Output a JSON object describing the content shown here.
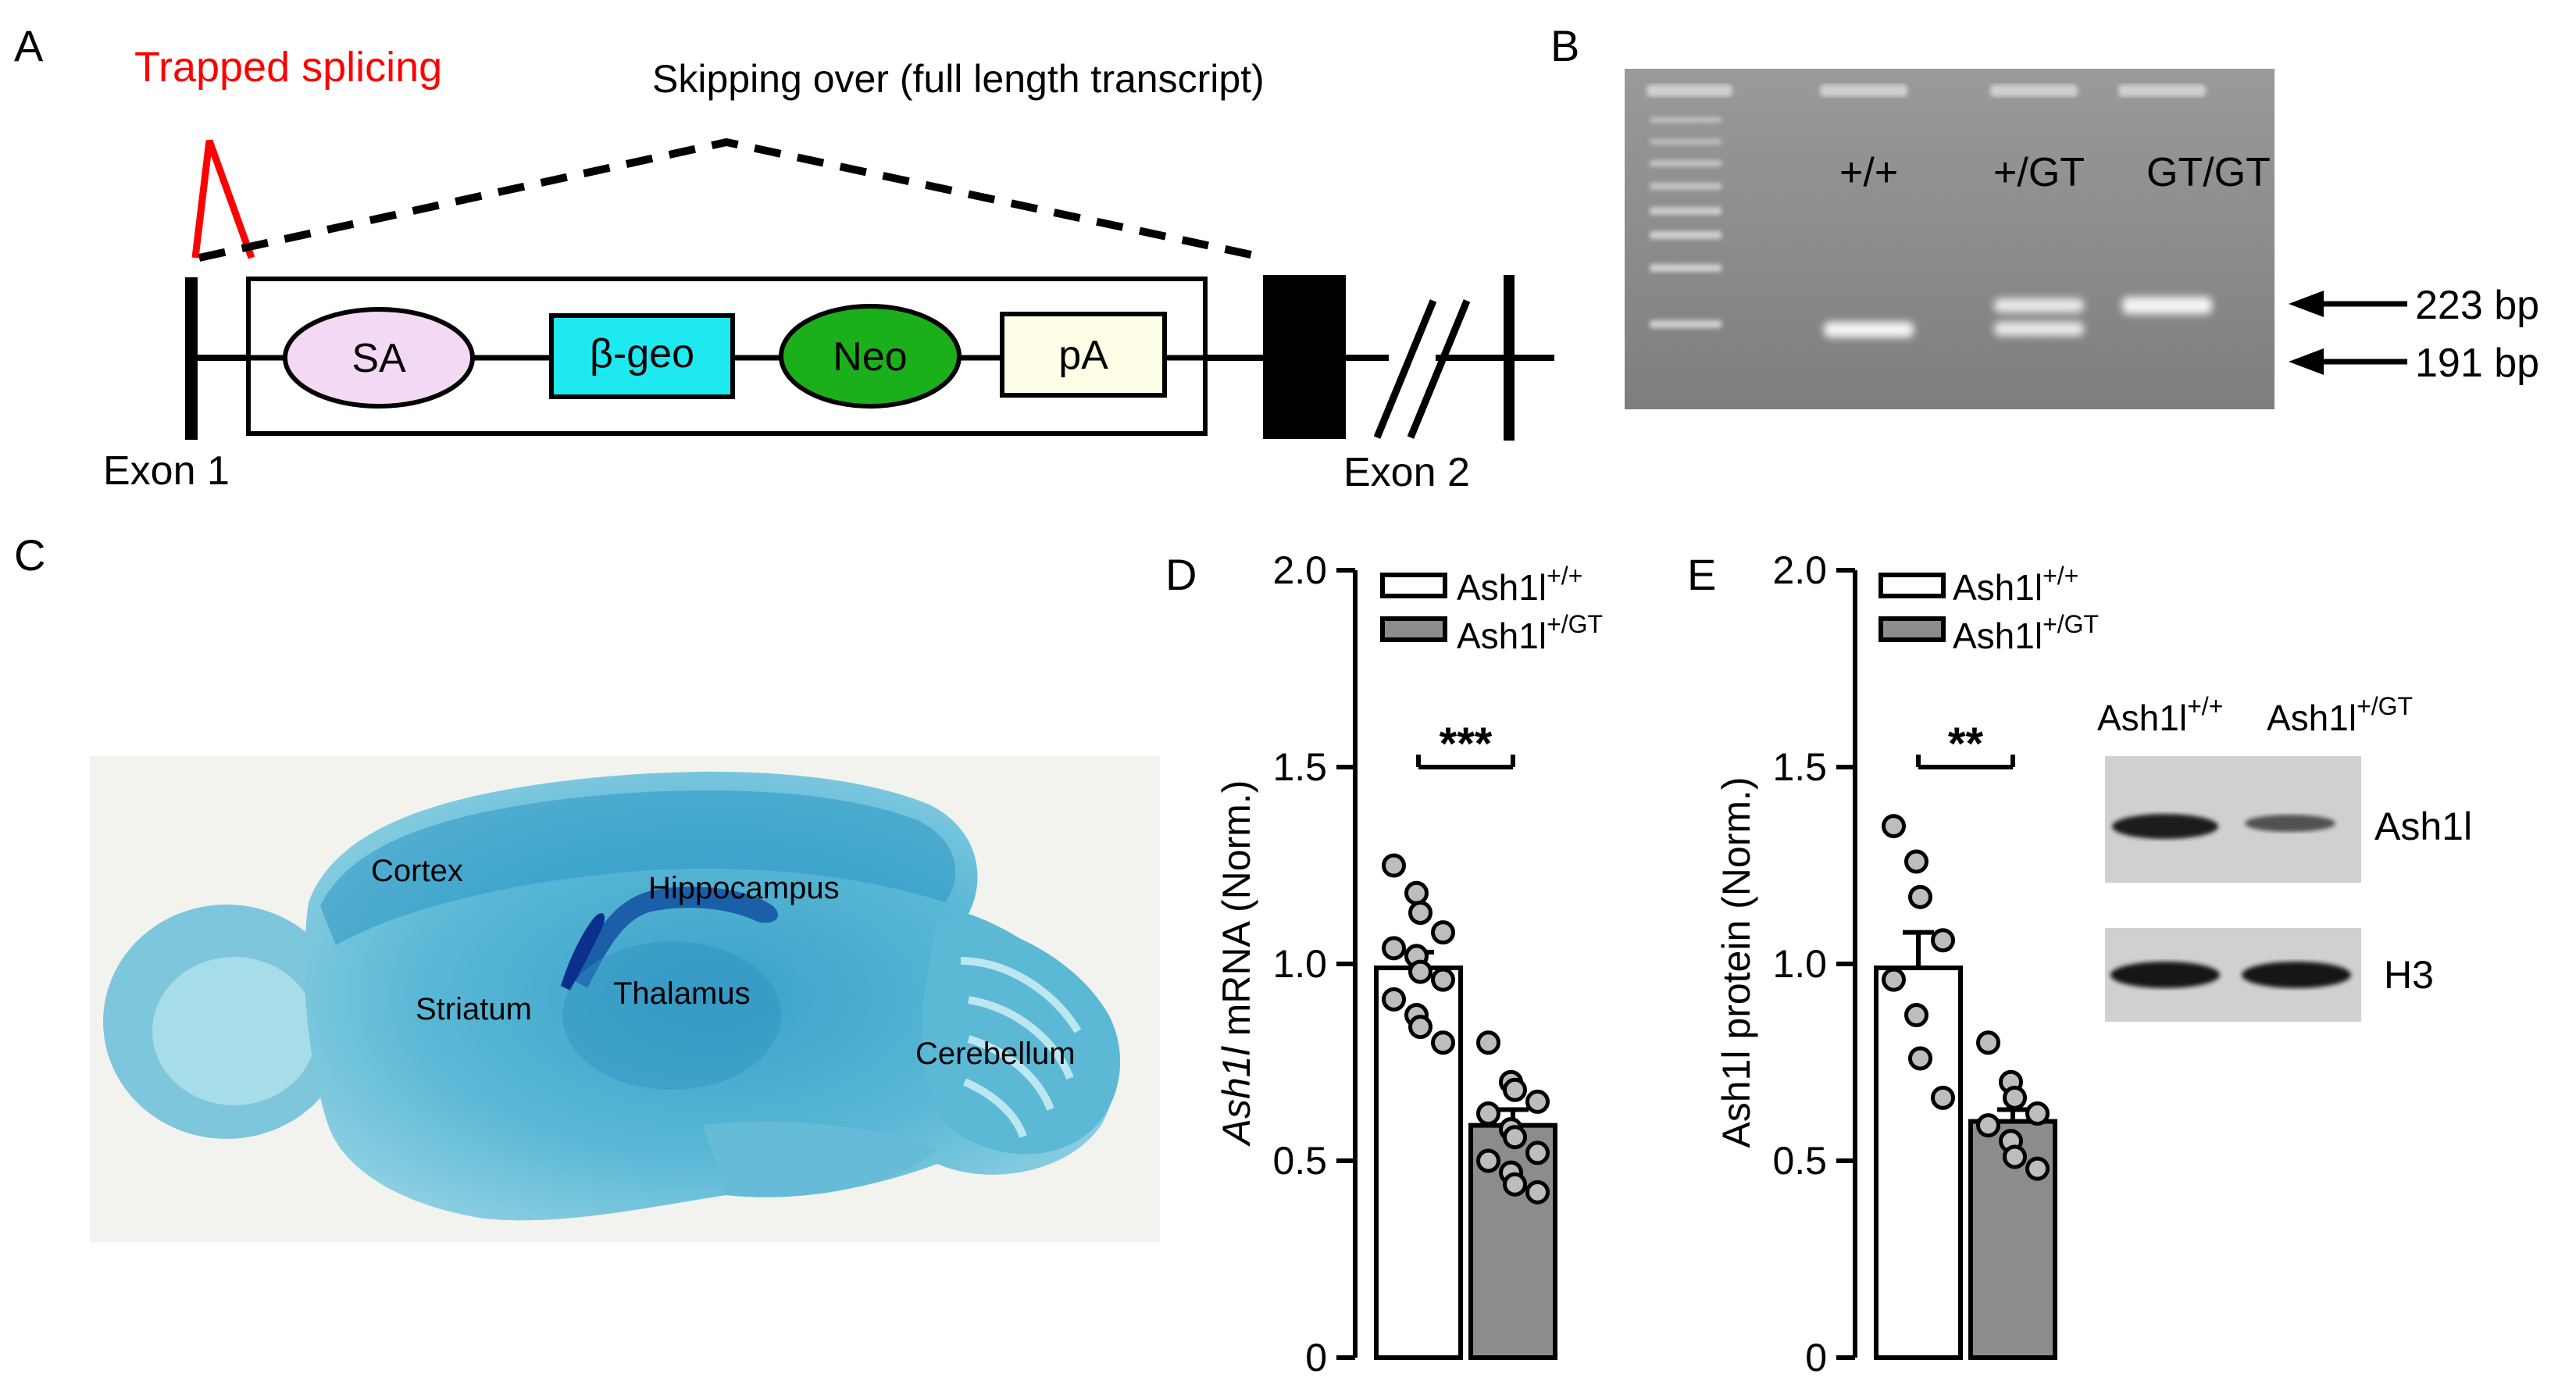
{
  "panels": {
    "A": {
      "letter": "A",
      "trapped_label": "Trapped splicing",
      "skipping_label": "Skipping over (full length transcript)",
      "elements": {
        "sa": "SA",
        "bgeo": "β-geo",
        "neo": "Neo",
        "pa": "pA"
      },
      "exon1": "Exon 1",
      "exon2": "Exon 2",
      "colors": {
        "trapped": "#ff0000",
        "sa": "#f4d9f4",
        "bgeo": "#1ee8f0",
        "neo": "#1bb01b",
        "pa": "#fefee6"
      }
    },
    "B": {
      "letter": "B",
      "lanes": [
        "+/+",
        "+/GT",
        "GT/GT"
      ],
      "bands": [
        "223 bp",
        "191 bp"
      ]
    },
    "C": {
      "letter": "C",
      "regions": [
        "Cortex",
        "Hippocampus",
        "Striatum",
        "Thalamus",
        "Cerebellum"
      ]
    },
    "D": {
      "letter": "D",
      "ylabel_italic": "Ash1l",
      "ylabel_rest": " mRNA (Norm.)",
      "legend": [
        {
          "base": "Ash1l",
          "sup": "+/+"
        },
        {
          "base": "Ash1l",
          "sup": "+/GT"
        }
      ],
      "significance": "***"
    },
    "E": {
      "letter": "E",
      "ylabel": "Ash1l protein (Norm.)",
      "legend": [
        {
          "base": "Ash1l",
          "sup": "+/+"
        },
        {
          "base": "Ash1l",
          "sup": "+/GT"
        }
      ],
      "significance": "**",
      "blot_headers": [
        {
          "base": "Ash1l",
          "sup": "+/+"
        },
        {
          "base": "Ash1l",
          "sup": "+/GT"
        }
      ],
      "blot_labels": [
        "Ash1l",
        "H3"
      ]
    }
  },
  "chart_data": [
    {
      "panel": "D",
      "type": "bar",
      "categories": [
        "Ash1l+/+",
        "Ash1l+/GT"
      ],
      "ylabel": "Ash1l mRNA (Norm.)",
      "ylim": [
        0,
        2.0
      ],
      "yticks": [
        "0",
        "0.5",
        "1.0",
        "1.5",
        "2.0"
      ],
      "series": [
        {
          "name": "Ash1l+/+",
          "value": 0.99,
          "sem": 0.04,
          "points": [
            1.25,
            1.18,
            1.13,
            1.08,
            1.04,
            1.02,
            0.98,
            0.96,
            0.91,
            0.87,
            0.84,
            0.8
          ],
          "color": "#ffffff"
        },
        {
          "name": "Ash1l+/GT",
          "value": 0.59,
          "sem": 0.04,
          "points": [
            0.8,
            0.7,
            0.68,
            0.65,
            0.62,
            0.58,
            0.56,
            0.52,
            0.5,
            0.47,
            0.44,
            0.42
          ],
          "color": "#8c8c8c"
        }
      ],
      "significance": "***"
    },
    {
      "panel": "E",
      "type": "bar",
      "categories": [
        "Ash1l+/+",
        "Ash1l+/GT"
      ],
      "ylabel": "Ash1l protein (Norm.)",
      "ylim": [
        0,
        2.0
      ],
      "yticks": [
        "0",
        "0.5",
        "1.0",
        "1.5",
        "2.0"
      ],
      "series": [
        {
          "name": "Ash1l+/+",
          "value": 0.99,
          "sem": 0.09,
          "points": [
            1.35,
            1.26,
            1.17,
            1.06,
            0.96,
            0.87,
            0.76,
            0.66
          ],
          "color": "#ffffff"
        },
        {
          "name": "Ash1l+/GT",
          "value": 0.6,
          "sem": 0.03,
          "points": [
            0.8,
            0.7,
            0.66,
            0.62,
            0.59,
            0.55,
            0.51,
            0.48
          ],
          "color": "#8c8c8c"
        }
      ],
      "significance": "**"
    }
  ]
}
